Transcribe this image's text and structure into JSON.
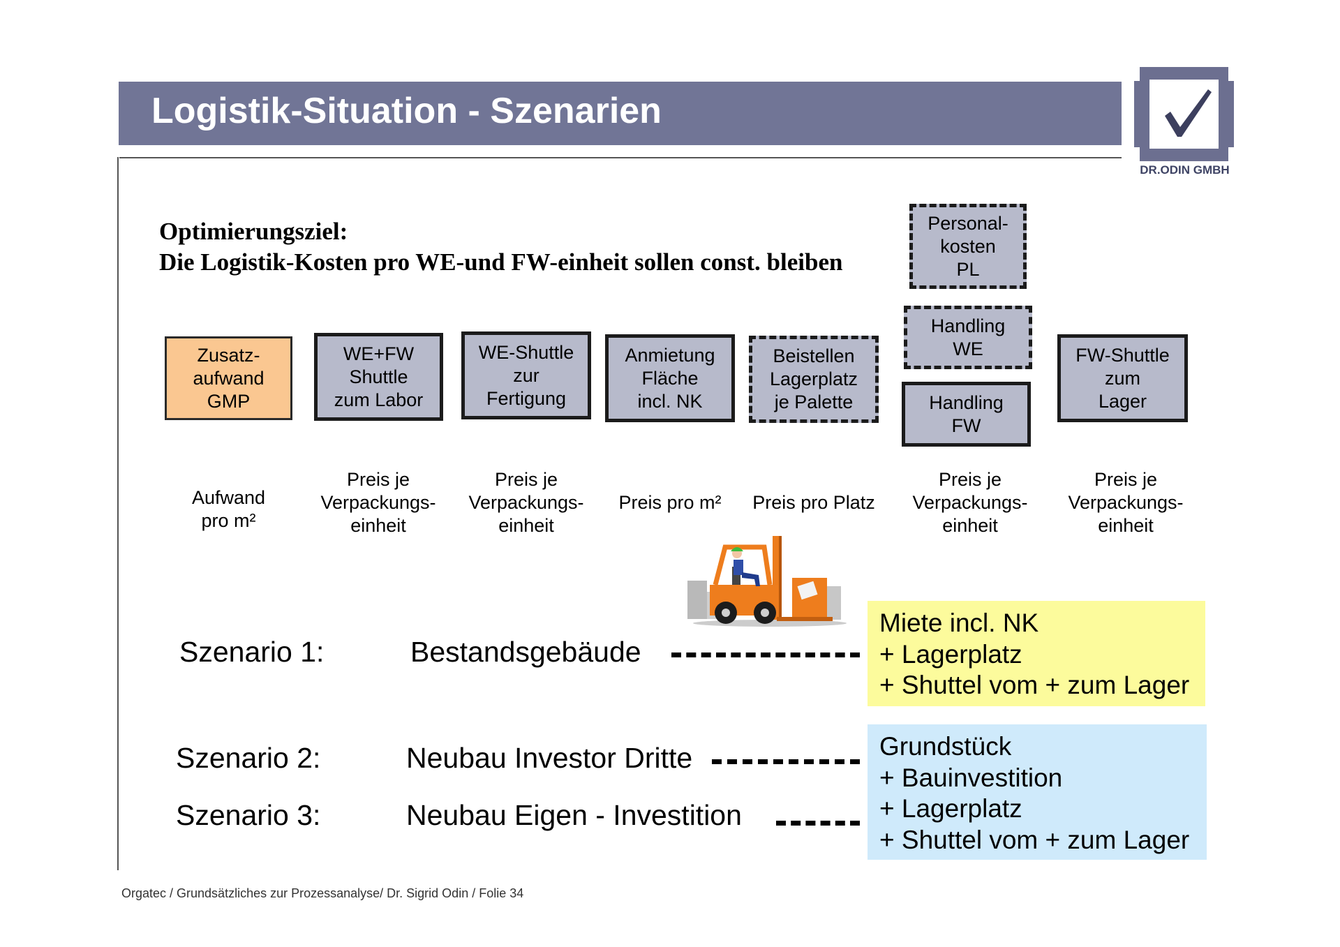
{
  "header": {
    "title": "Logistik-Situation - Szenarien",
    "logo_text": "DR.ODIN GMBH"
  },
  "goal": {
    "line1": "Optimierungsziel:",
    "line2": "Die Logistik-Kosten pro WE-und FW-einheit sollen const. bleiben"
  },
  "cost_boxes": [
    {
      "label": "Zusatz-\naufwand\nGMP",
      "unit": "Aufwand\npro m²"
    },
    {
      "label": "WE+FW\nShuttle\nzum Labor",
      "unit": "Preis je\nVerpackungs-\neinheit"
    },
    {
      "label": "WE-Shuttle\nzur\nFertigung",
      "unit": "Preis je\nVerpackungs-\neinheit"
    },
    {
      "label": "Anmietung\nFläche\nincl. NK",
      "unit": "Preis pro m²"
    },
    {
      "label": "Beistellen\nLagerplatz\nje Palette",
      "unit": "Preis pro Platz"
    },
    {
      "label_personal": "Personal-\nkosten\nPL",
      "label_handling_we": "Handling\nWE",
      "label_handling_fw": "Handling\nFW",
      "unit": "Preis je\nVerpackungs-\neinheit"
    },
    {
      "label": "FW-Shuttle\nzum\nLager",
      "unit": "Preis je\nVerpackungs-\neinheit"
    }
  ],
  "scenarios": [
    {
      "label": "Szenario 1:",
      "description": "Bestandsgebäude"
    },
    {
      "label": "Szenario 2:",
      "description": "Neubau Investor Dritte"
    },
    {
      "label": "Szenario 3:",
      "description": "Neubau Eigen - Investition"
    }
  ],
  "results": [
    {
      "lines": [
        "Miete incl. NK",
        "+ Lagerplatz",
        "+ Shuttel vom + zum Lager"
      ],
      "color": "#fcfb9c"
    },
    {
      "lines": [
        "Grundstück",
        "+ Bauinvestition",
        "+ Lagerplatz",
        "+ Shuttel vom +  zum Lager"
      ],
      "color": "#cfeafb"
    }
  ],
  "colors": {
    "title_bar": "#717596",
    "box_fill": "#b7bacb",
    "gmp_fill": "#fac791",
    "logo": "#6c6f90"
  },
  "icons": {
    "logo": "checkmark-logo-icon",
    "forklift": "forklift-illustration"
  },
  "footer": {
    "text": "Orgatec / Grundsätzliches zur Prozessanalyse/ Dr. Sigrid Odin / Folie 34"
  }
}
